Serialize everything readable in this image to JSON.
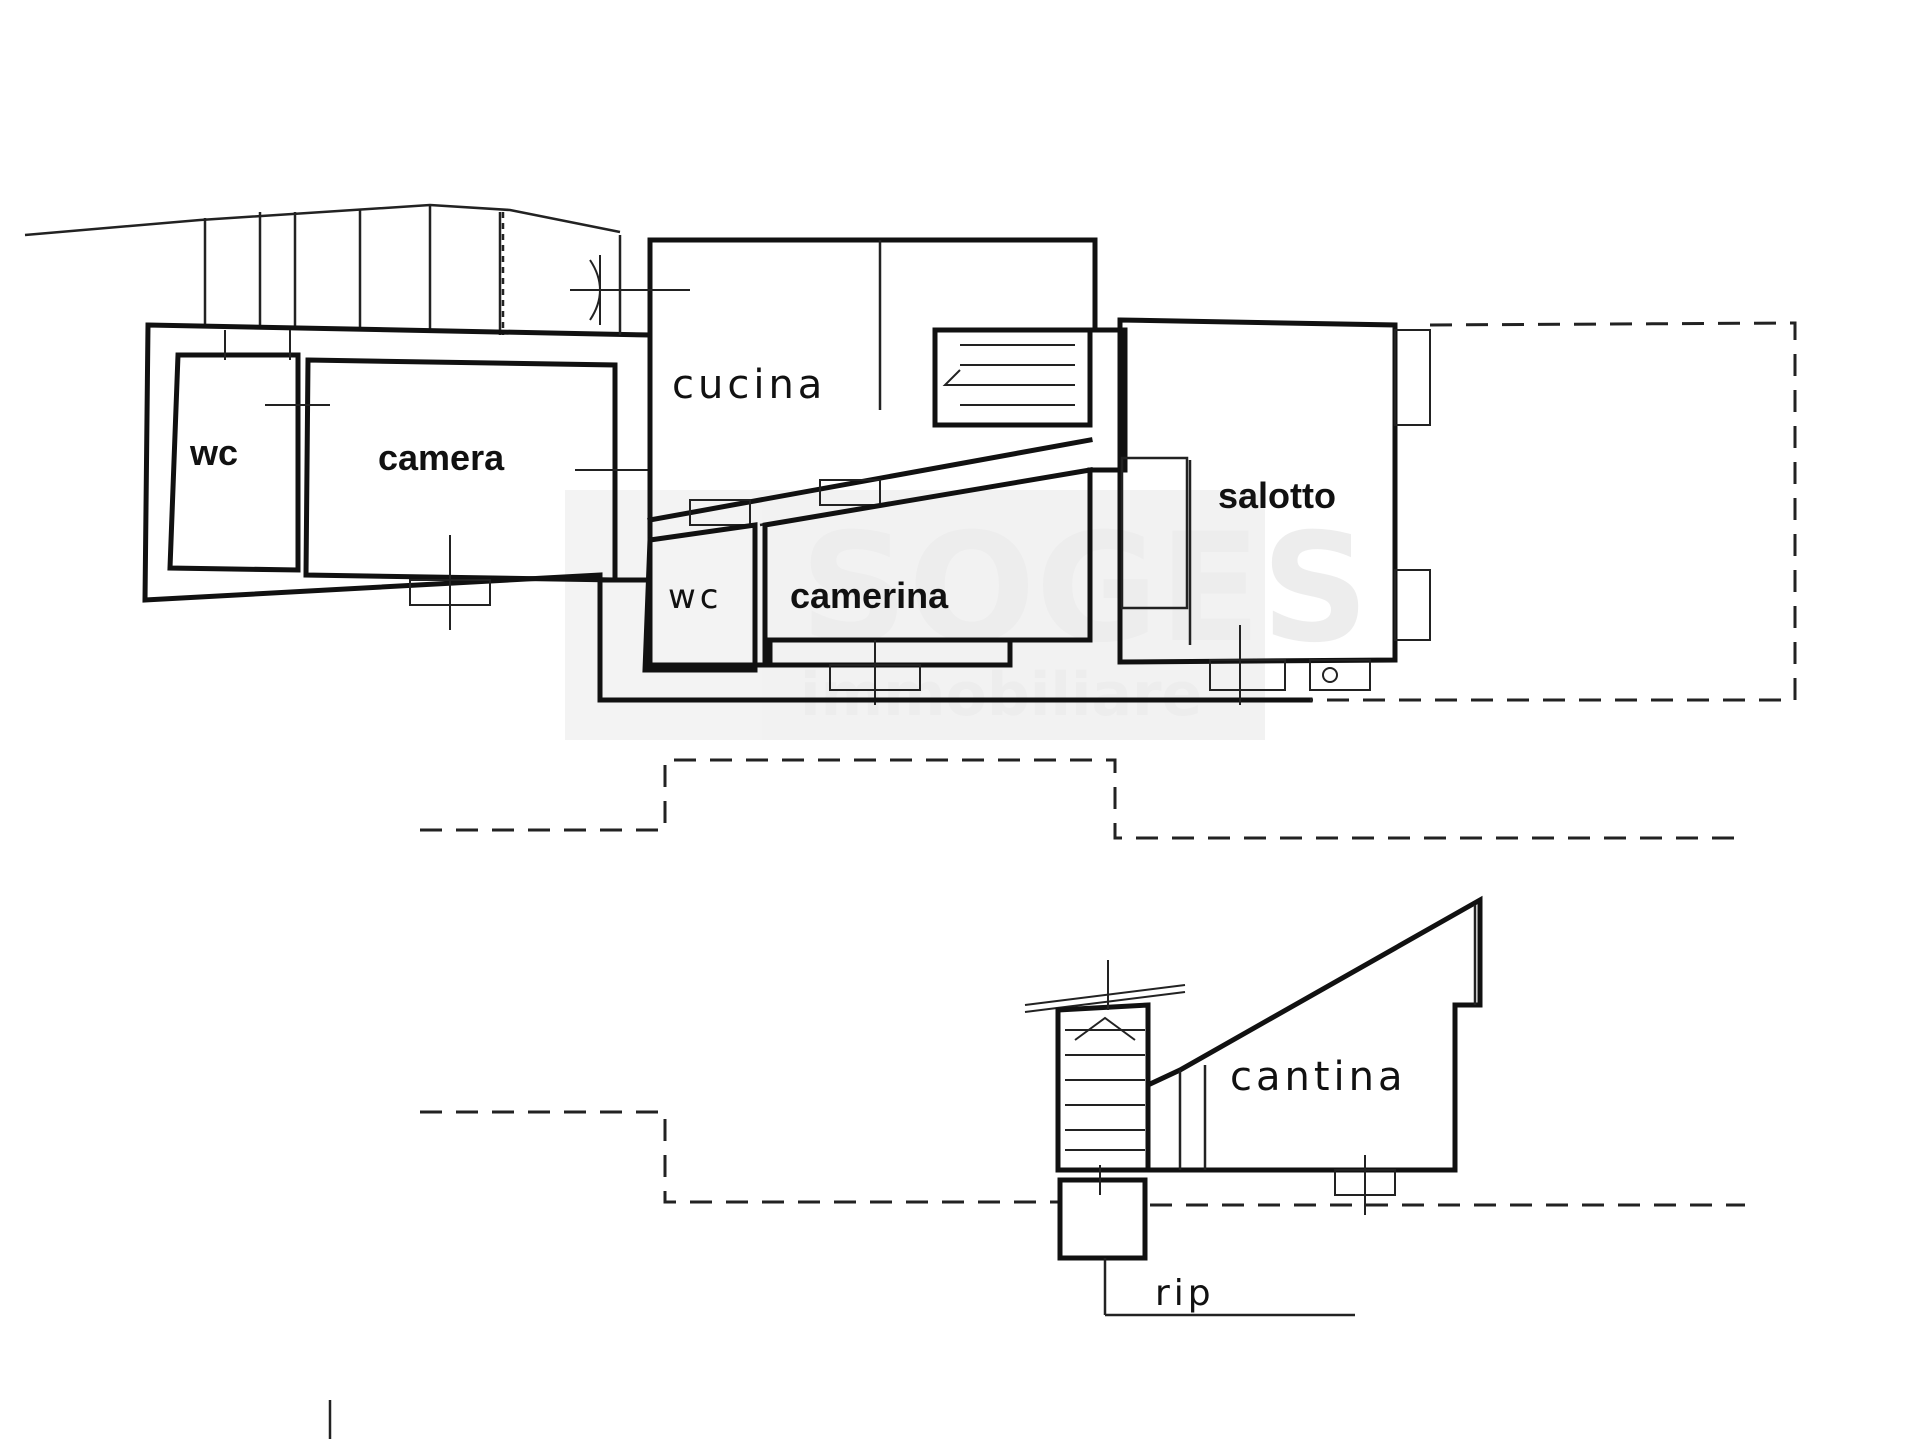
{
  "watermark": {
    "brand": "SOGES",
    "sub": "immobiliare"
  },
  "floor_plan": {
    "upper_floor": {
      "rooms": [
        {
          "id": "wc1",
          "label": "wc"
        },
        {
          "id": "camera",
          "label": "camera"
        },
        {
          "id": "cucina",
          "label": "cucina"
        },
        {
          "id": "wc2",
          "label": "wc"
        },
        {
          "id": "camerina",
          "label": "camerina"
        },
        {
          "id": "salotto",
          "label": "salotto"
        }
      ]
    },
    "lower_floor": {
      "rooms": [
        {
          "id": "cantina",
          "label": "cantina"
        },
        {
          "id": "rip",
          "label": "rip"
        }
      ]
    }
  }
}
